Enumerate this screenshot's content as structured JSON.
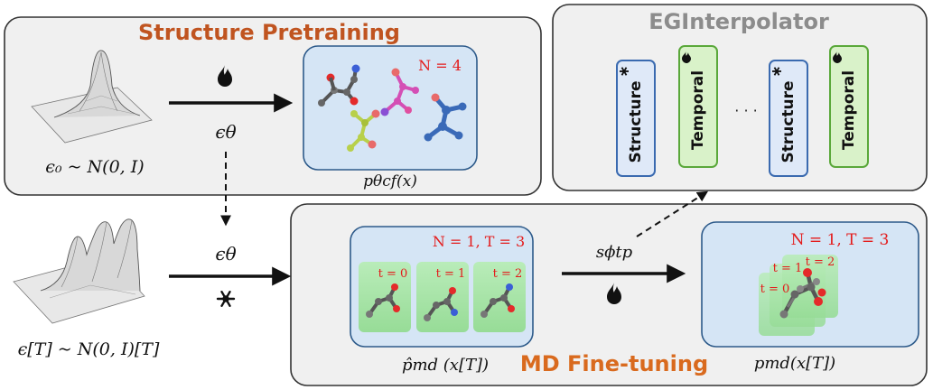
{
  "panels": {
    "pretraining": {
      "title": "Structure Pretraining",
      "title_color": "#c05420"
    },
    "interpolator": {
      "title": "EGInterpolator",
      "title_color": "#8c8c8c"
    },
    "finetuning": {
      "title": "MD Fine-tuning",
      "title_color": "#d96a1e"
    }
  },
  "pretraining": {
    "noise_label": "ϵ₀ ~ N(0, I)",
    "model_label": "ϵθ",
    "output_count": "N = 4",
    "output_label": "pθcf(x)",
    "fire_icon": "fire-icon"
  },
  "finetuning": {
    "noise_label": "ϵ[T] ~ N(0, I)[T]",
    "model_label": "ϵθ",
    "frozen_icon": "snowflake-icon",
    "input_count": "N = 1, T = 3",
    "frame_labels": [
      "t = 0",
      "t = 1",
      "t = 2"
    ],
    "input_label": "p̂md (x[T])",
    "interp_label": "sϕtp",
    "output_count": "N = 1, T = 3",
    "output_frame_labels": [
      "t = 0",
      "t = 1",
      "t = 2"
    ],
    "output_label": "pmd(x[T])"
  },
  "interpolator": {
    "blocks": [
      {
        "label": "Structure",
        "kind": "structure",
        "icon": "snowflake-icon"
      },
      {
        "label": "Temporal",
        "kind": "temporal",
        "icon": "fire-icon"
      },
      {
        "label": "Structure",
        "kind": "structure",
        "icon": "snowflake-icon"
      },
      {
        "label": "Temporal",
        "kind": "temporal",
        "icon": "fire-icon"
      }
    ],
    "ellipsis": "· · ·"
  },
  "colors": {
    "panel_fill": "#f0f0f0",
    "panel_stroke": "#333333",
    "dist_fill": "#d5e5f5",
    "dist_stroke": "#2d5a8a",
    "frame_fill": "#a8e4a8",
    "structure_fill": "#dfe9f8",
    "structure_stroke": "#3a6ab0",
    "temporal_fill": "#d9f2c9",
    "temporal_stroke": "#5aa83a",
    "red": "#e41b1b"
  }
}
